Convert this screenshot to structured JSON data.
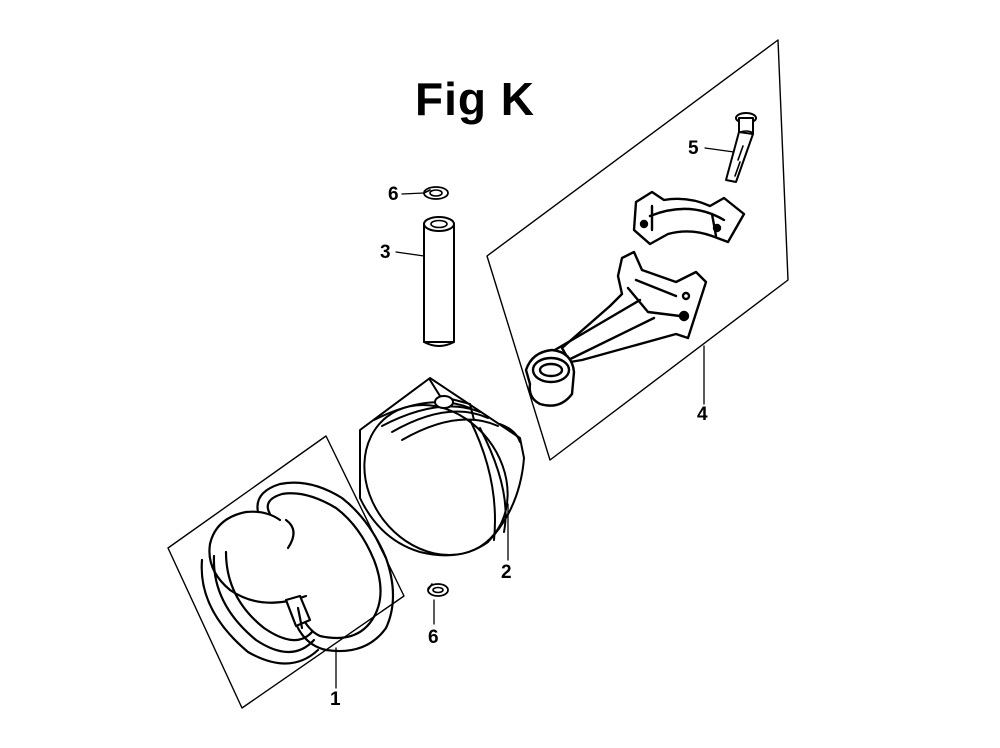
{
  "figure": {
    "title": "Fig K",
    "ink_color": "#000000",
    "fill_color": "#ffffff",
    "callouts": [
      {
        "id": "ring-set",
        "label": "1"
      },
      {
        "id": "piston",
        "label": "2"
      },
      {
        "id": "piston-pin",
        "label": "3"
      },
      {
        "id": "connecting-rod-assy",
        "label": "4"
      },
      {
        "id": "rod-bolt",
        "label": "5"
      },
      {
        "id": "pin-clip-top",
        "label": "6"
      },
      {
        "id": "pin-clip-bottom",
        "label": "6"
      }
    ]
  }
}
